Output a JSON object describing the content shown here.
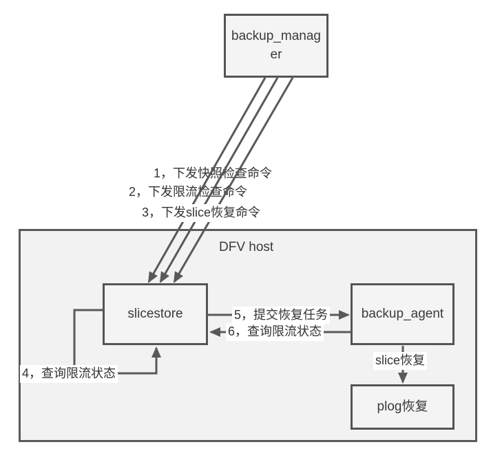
{
  "diagram": {
    "container": {
      "label": "DFV host"
    },
    "nodes": [
      {
        "id": "backup_manager",
        "label": "backup_manager"
      },
      {
        "id": "slicestore",
        "label": "slicestore"
      },
      {
        "id": "backup_agent",
        "label": "backup_agent"
      },
      {
        "id": "plog_restore",
        "label": "plog恢复"
      }
    ],
    "edges": [
      {
        "from": "backup_manager",
        "to": "slicestore",
        "label": "1，下发快照检查命令",
        "style": "diagonal-arrow-down"
      },
      {
        "from": "backup_manager",
        "to": "slicestore",
        "label": "2，下发限流检查命令",
        "style": "diagonal-arrow-down"
      },
      {
        "from": "backup_manager",
        "to": "slicestore",
        "label": "3，下发slice恢复命令",
        "style": "diagonal-arrow-down"
      },
      {
        "from": "slicestore",
        "to": "slicestore",
        "label": "4，查询限流状态",
        "style": "loop-arrow-up-into-bottom"
      },
      {
        "from": "slicestore",
        "to": "backup_agent",
        "label": "5，提交恢复任务",
        "style": "horizontal-arrow-right"
      },
      {
        "from": "backup_agent",
        "to": "slicestore",
        "label": "6，查询限流状态",
        "style": "horizontal-arrow-left"
      },
      {
        "from": "backup_agent",
        "to": "plog_restore",
        "label": "slice恢复",
        "style": "vertical-arrow-down"
      }
    ],
    "colors": {
      "border": "#595959",
      "line": "#595959",
      "box_fill": "#f4f4f4",
      "container_fill": "#f2f2f2",
      "text": "#3a3a3a",
      "label_bg": "#ffffff",
      "page_bg": "#ffffff"
    }
  }
}
